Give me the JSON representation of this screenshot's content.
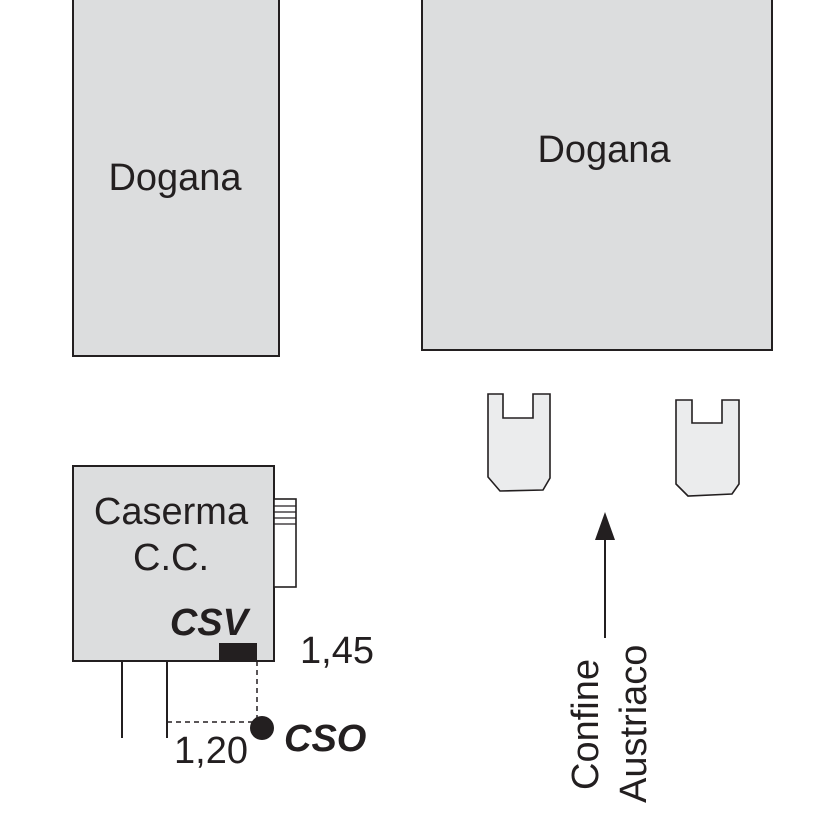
{
  "buildings": {
    "dogana_left": {
      "label": "Dogana"
    },
    "dogana_right": {
      "label": "Dogana"
    },
    "caserma": {
      "label_line1": "Caserma",
      "label_line2": "C.C."
    }
  },
  "markers": {
    "csv": {
      "label": "CSV"
    },
    "cso": {
      "label": "CSO"
    }
  },
  "measurements": {
    "height_value": "1,45",
    "distance_value": "1,20"
  },
  "direction": {
    "line1": "Confine",
    "line2": "Austriaco"
  },
  "colors": {
    "building_fill": "#dcddde",
    "outline": "#231f20",
    "vehicle_fill": "#ebeced",
    "marker_fill": "#231f20"
  }
}
